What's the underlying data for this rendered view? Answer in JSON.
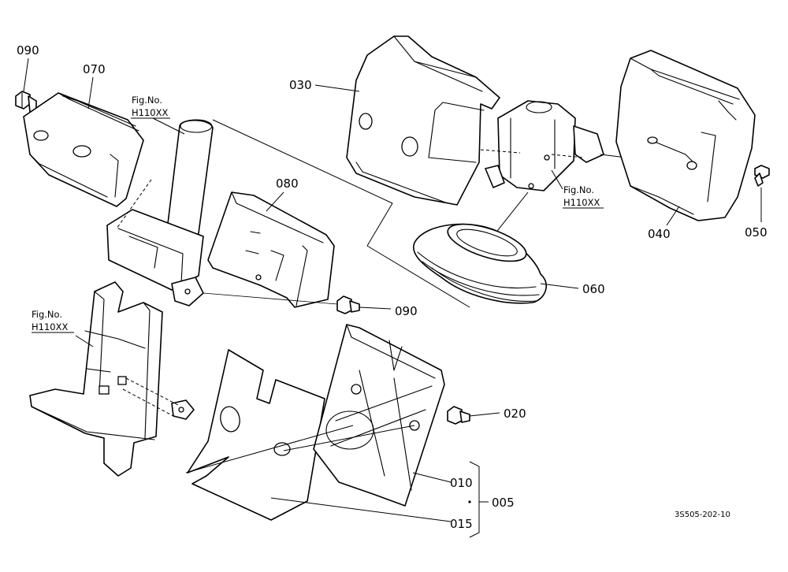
{
  "callouts": {
    "c090a": "090",
    "c070": "070",
    "c030": "030",
    "c080": "080",
    "c040": "040",
    "c050": "050",
    "c060": "060",
    "c090b": "090",
    "c020": "020",
    "c010": "010",
    "c005": "005",
    "c015": "015"
  },
  "fig_refs": [
    {
      "line1": "Fig.No.",
      "line2": "H110XX"
    },
    {
      "line1": "Fig.No.",
      "line2": "H110XX"
    },
    {
      "line1": "Fig.No.",
      "line2": "H110XX"
    }
  ],
  "drawing_code": "3S505-202-10"
}
